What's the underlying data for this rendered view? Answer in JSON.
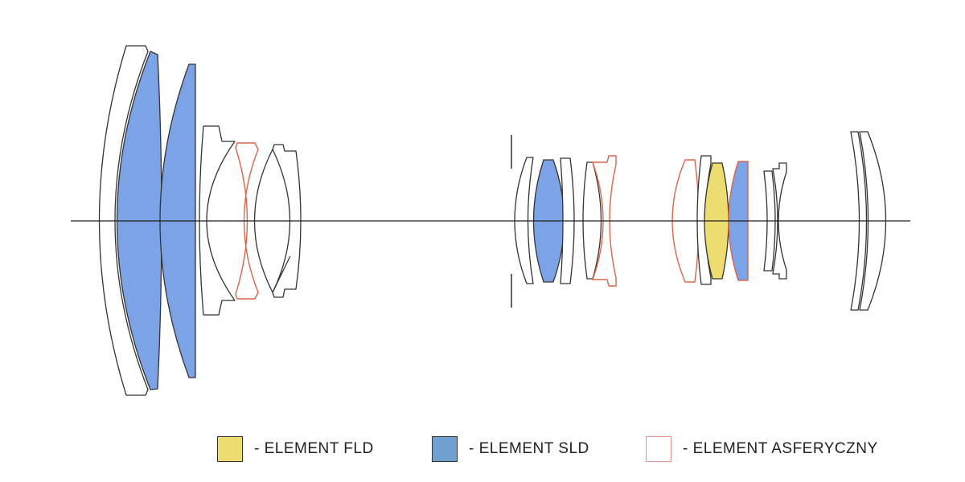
{
  "colors": {
    "fld_fill": "#eddc70",
    "sld_fill": "#7ba3e6",
    "sld_legend": "#6fa0d0",
    "aspherical_stroke": "#d9664a",
    "aspherical_legend": "#e8908a",
    "outline": "#333333",
    "axis": "#222222"
  },
  "diagram": {
    "elements": [
      {
        "id": "g1-front-meniscus",
        "type": "normal"
      },
      {
        "id": "g1-sld-1",
        "type": "sld"
      },
      {
        "id": "g1-sld-2",
        "type": "sld"
      },
      {
        "id": "g1-negative",
        "type": "normal"
      },
      {
        "id": "g1-aspherical",
        "type": "aspherical"
      },
      {
        "id": "g1-biconvex",
        "type": "normal"
      },
      {
        "id": "g2-negative",
        "type": "normal"
      },
      {
        "id": "g2-sld",
        "type": "sld"
      },
      {
        "id": "g2-thin",
        "type": "normal"
      },
      {
        "id": "g2-meniscus",
        "type": "normal"
      },
      {
        "id": "g2-aspherical",
        "type": "aspherical"
      },
      {
        "id": "g3-aspherical",
        "type": "aspherical"
      },
      {
        "id": "g3-thin",
        "type": "normal"
      },
      {
        "id": "g3-fld",
        "type": "fld"
      },
      {
        "id": "g3-sld",
        "type": "sld"
      },
      {
        "id": "g3-meniscus",
        "type": "normal"
      },
      {
        "id": "g3-negative",
        "type": "normal"
      },
      {
        "id": "g4-rear-1",
        "type": "normal"
      },
      {
        "id": "g4-rear-2",
        "type": "normal"
      }
    ]
  },
  "legend": [
    {
      "key": "fld",
      "label": "- ELEMENT FLD",
      "swatch_color": "#eddc70"
    },
    {
      "key": "sld",
      "label": "- ELEMENT SLD",
      "swatch_color": "#6fa0d0"
    },
    {
      "key": "aspherical",
      "label": "- ELEMENT ASFERYCZNY",
      "swatch_color": "#ffffff",
      "swatch_border": "#e8908a"
    }
  ]
}
